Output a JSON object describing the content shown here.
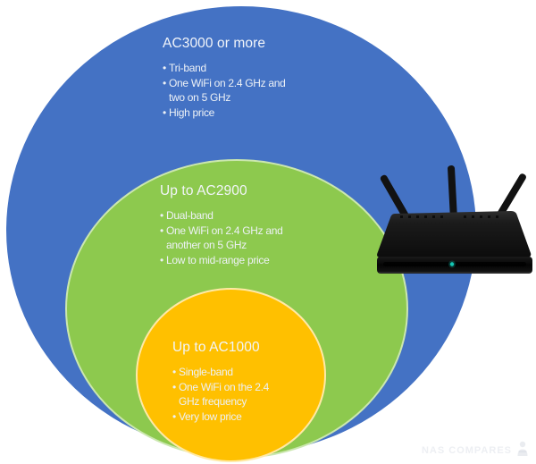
{
  "diagram": {
    "type": "nested-circles",
    "circles": [
      {
        "title": "AC3000 or more",
        "color": "#4472C4",
        "bullets": [
          [
            "Tri-band"
          ],
          [
            "One WiFi on 2.4 GHz and",
            "two on 5 GHz"
          ],
          [
            "High price"
          ]
        ]
      },
      {
        "title": "Up to AC2900",
        "color": "#8DC94E",
        "bullets": [
          [
            "Dual-band"
          ],
          [
            "One WiFi on 2.4 GHz and",
            "another on 5 GHz"
          ],
          [
            "Low to mid-range price"
          ]
        ]
      },
      {
        "title": "Up to AC1000",
        "color": "#FFC000",
        "bullets": [
          [
            "Single-band"
          ],
          [
            "One WiFi on the 2.4",
            "GHz frequency"
          ],
          [
            "Very low price"
          ]
        ]
      }
    ],
    "text_color": "#EDF1F6"
  },
  "illustration": {
    "icon": "wireless-router-icon",
    "led_color": "#14C7B4",
    "body_color": "#141414"
  },
  "watermark": {
    "text": "NAS COMPARES",
    "color": "#EDEFF3"
  }
}
